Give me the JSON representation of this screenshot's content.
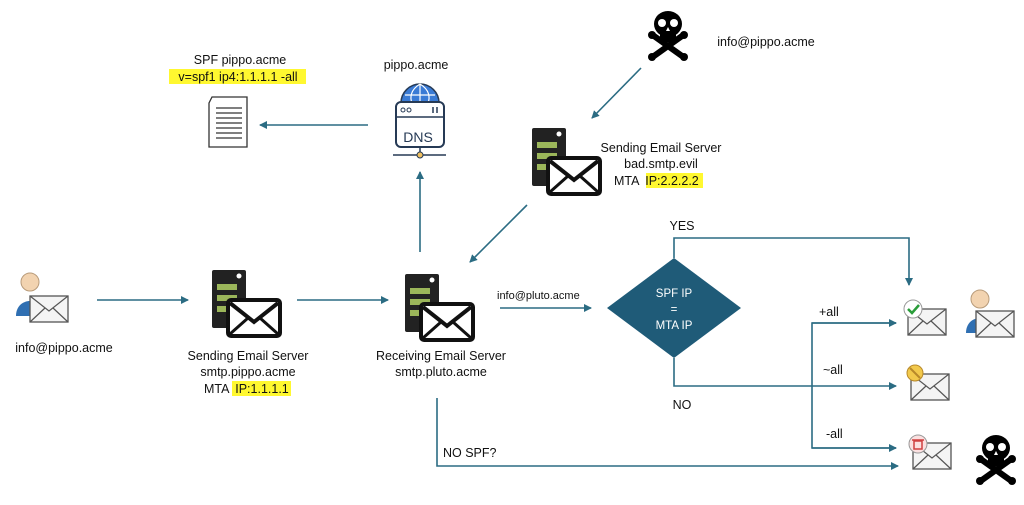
{
  "colors": {
    "arrow": "#2b6c83",
    "decision": "#1f5b78",
    "highlight": "#fff830",
    "server_green": "#9bb65a"
  },
  "spf_record": {
    "title": "SPF pippo.acme",
    "value": "v=spf1 ip4:1.1.1.1 -all"
  },
  "dns": {
    "label": "pippo.acme",
    "icon_text": "DNS"
  },
  "attacker": {
    "email": "info@pippo.acme"
  },
  "bad_server": {
    "line1": "Sending Email Server",
    "line2": "bad.smtp.evil",
    "mta_prefix": "MTA ",
    "mta_ip": "IP:2.2.2.2"
  },
  "sender": {
    "email": "info@pippo.acme"
  },
  "sending_server": {
    "line1": "Sending Email Server",
    "line2": "smtp.pippo.acme",
    "mta_prefix": "MTA ",
    "mta_ip": "IP:1.1.1.1"
  },
  "receiving_server": {
    "line1": "Receiving Email Server",
    "line2": "smtp.pluto.acme"
  },
  "recipient_label": "info@pluto.acme",
  "decision": {
    "line1": "SPF IP",
    "line2": "=",
    "line3": "MTA IP",
    "yes": "YES",
    "no": "NO"
  },
  "outcomes": {
    "plus_all": "+all",
    "tilde_all": "~all",
    "minus_all": "-all",
    "no_spf": "NO SPF?"
  }
}
